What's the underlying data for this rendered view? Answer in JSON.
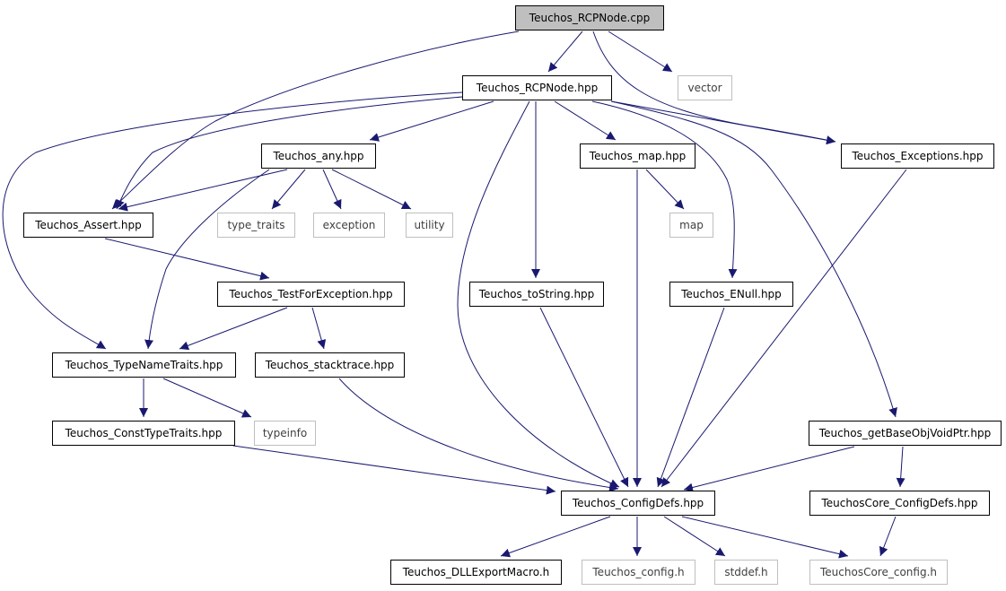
{
  "colors": {
    "edge": "#191970",
    "node_border": "#000000",
    "system_border": "#bfbfbf",
    "root_fill": "#bfbfbf",
    "node_fill": "#ffffff",
    "node_text": "#000000",
    "system_text": "#404040"
  },
  "nodes": {
    "rcpnode_cpp": {
      "label": "Teuchos_RCPNode.cpp",
      "kind": "root"
    },
    "rcpnode_hpp": {
      "label": "Teuchos_RCPNode.hpp",
      "kind": "file"
    },
    "vector": {
      "label": "vector",
      "kind": "system"
    },
    "exceptions_hpp": {
      "label": "Teuchos_Exceptions.hpp",
      "kind": "file"
    },
    "any_hpp": {
      "label": "Teuchos_any.hpp",
      "kind": "file"
    },
    "map_hpp": {
      "label": "Teuchos_map.hpp",
      "kind": "file"
    },
    "assert_hpp": {
      "label": "Teuchos_Assert.hpp",
      "kind": "file"
    },
    "type_traits": {
      "label": "type_traits",
      "kind": "system"
    },
    "exception": {
      "label": "exception",
      "kind": "system"
    },
    "utility": {
      "label": "utility",
      "kind": "system"
    },
    "map": {
      "label": "map",
      "kind": "system"
    },
    "testforexception_hpp": {
      "label": "Teuchos_TestForException.hpp",
      "kind": "file"
    },
    "tostring_hpp": {
      "label": "Teuchos_toString.hpp",
      "kind": "file"
    },
    "enull_hpp": {
      "label": "Teuchos_ENull.hpp",
      "kind": "file"
    },
    "typenametraits_hpp": {
      "label": "Teuchos_TypeNameTraits.hpp",
      "kind": "file"
    },
    "stacktrace_hpp": {
      "label": "Teuchos_stacktrace.hpp",
      "kind": "file"
    },
    "consttypetraits_hpp": {
      "label": "Teuchos_ConstTypeTraits.hpp",
      "kind": "file"
    },
    "typeinfo": {
      "label": "typeinfo",
      "kind": "system"
    },
    "getbaseobjvoidptr_hpp": {
      "label": "Teuchos_getBaseObjVoidPtr.hpp",
      "kind": "file"
    },
    "configdefs_hpp": {
      "label": "Teuchos_ConfigDefs.hpp",
      "kind": "file"
    },
    "teuchoscore_configdefs_hpp": {
      "label": "TeuchosCore_ConfigDefs.hpp",
      "kind": "file"
    },
    "dllexportmacro_h": {
      "label": "Teuchos_DLLExportMacro.h",
      "kind": "file"
    },
    "config_h": {
      "label": "Teuchos_config.h",
      "kind": "system"
    },
    "stddef_h": {
      "label": "stddef.h",
      "kind": "system"
    },
    "teuchoscore_config_h": {
      "label": "TeuchosCore_config.h",
      "kind": "system"
    }
  },
  "edges": [
    {
      "from": "rcpnode_cpp",
      "to": "rcpnode_hpp"
    },
    {
      "from": "rcpnode_cpp",
      "to": "vector"
    },
    {
      "from": "rcpnode_cpp",
      "to": "exceptions_hpp"
    },
    {
      "from": "rcpnode_cpp",
      "to": "assert_hpp"
    },
    {
      "from": "rcpnode_hpp",
      "to": "exceptions_hpp"
    },
    {
      "from": "rcpnode_hpp",
      "to": "any_hpp"
    },
    {
      "from": "rcpnode_hpp",
      "to": "map_hpp"
    },
    {
      "from": "rcpnode_hpp",
      "to": "assert_hpp"
    },
    {
      "from": "rcpnode_hpp",
      "to": "typenametraits_hpp"
    },
    {
      "from": "rcpnode_hpp",
      "to": "tostring_hpp"
    },
    {
      "from": "rcpnode_hpp",
      "to": "enull_hpp"
    },
    {
      "from": "rcpnode_hpp",
      "to": "getbaseobjvoidptr_hpp"
    },
    {
      "from": "rcpnode_hpp",
      "to": "configdefs_hpp"
    },
    {
      "from": "any_hpp",
      "to": "assert_hpp"
    },
    {
      "from": "any_hpp",
      "to": "type_traits"
    },
    {
      "from": "any_hpp",
      "to": "exception"
    },
    {
      "from": "any_hpp",
      "to": "utility"
    },
    {
      "from": "any_hpp",
      "to": "typenametraits_hpp"
    },
    {
      "from": "map_hpp",
      "to": "map"
    },
    {
      "from": "map_hpp",
      "to": "configdefs_hpp"
    },
    {
      "from": "exceptions_hpp",
      "to": "configdefs_hpp"
    },
    {
      "from": "assert_hpp",
      "to": "testforexception_hpp"
    },
    {
      "from": "testforexception_hpp",
      "to": "typenametraits_hpp"
    },
    {
      "from": "testforexception_hpp",
      "to": "stacktrace_hpp"
    },
    {
      "from": "typenametraits_hpp",
      "to": "consttypetraits_hpp"
    },
    {
      "from": "typenametraits_hpp",
      "to": "typeinfo"
    },
    {
      "from": "consttypetraits_hpp",
      "to": "configdefs_hpp"
    },
    {
      "from": "stacktrace_hpp",
      "to": "configdefs_hpp"
    },
    {
      "from": "tostring_hpp",
      "to": "configdefs_hpp"
    },
    {
      "from": "enull_hpp",
      "to": "configdefs_hpp"
    },
    {
      "from": "getbaseobjvoidptr_hpp",
      "to": "configdefs_hpp"
    },
    {
      "from": "getbaseobjvoidptr_hpp",
      "to": "teuchoscore_configdefs_hpp"
    },
    {
      "from": "configdefs_hpp",
      "to": "dllexportmacro_h"
    },
    {
      "from": "configdefs_hpp",
      "to": "config_h"
    },
    {
      "from": "configdefs_hpp",
      "to": "stddef_h"
    },
    {
      "from": "configdefs_hpp",
      "to": "teuchoscore_config_h"
    },
    {
      "from": "teuchoscore_configdefs_hpp",
      "to": "teuchoscore_config_h"
    }
  ]
}
